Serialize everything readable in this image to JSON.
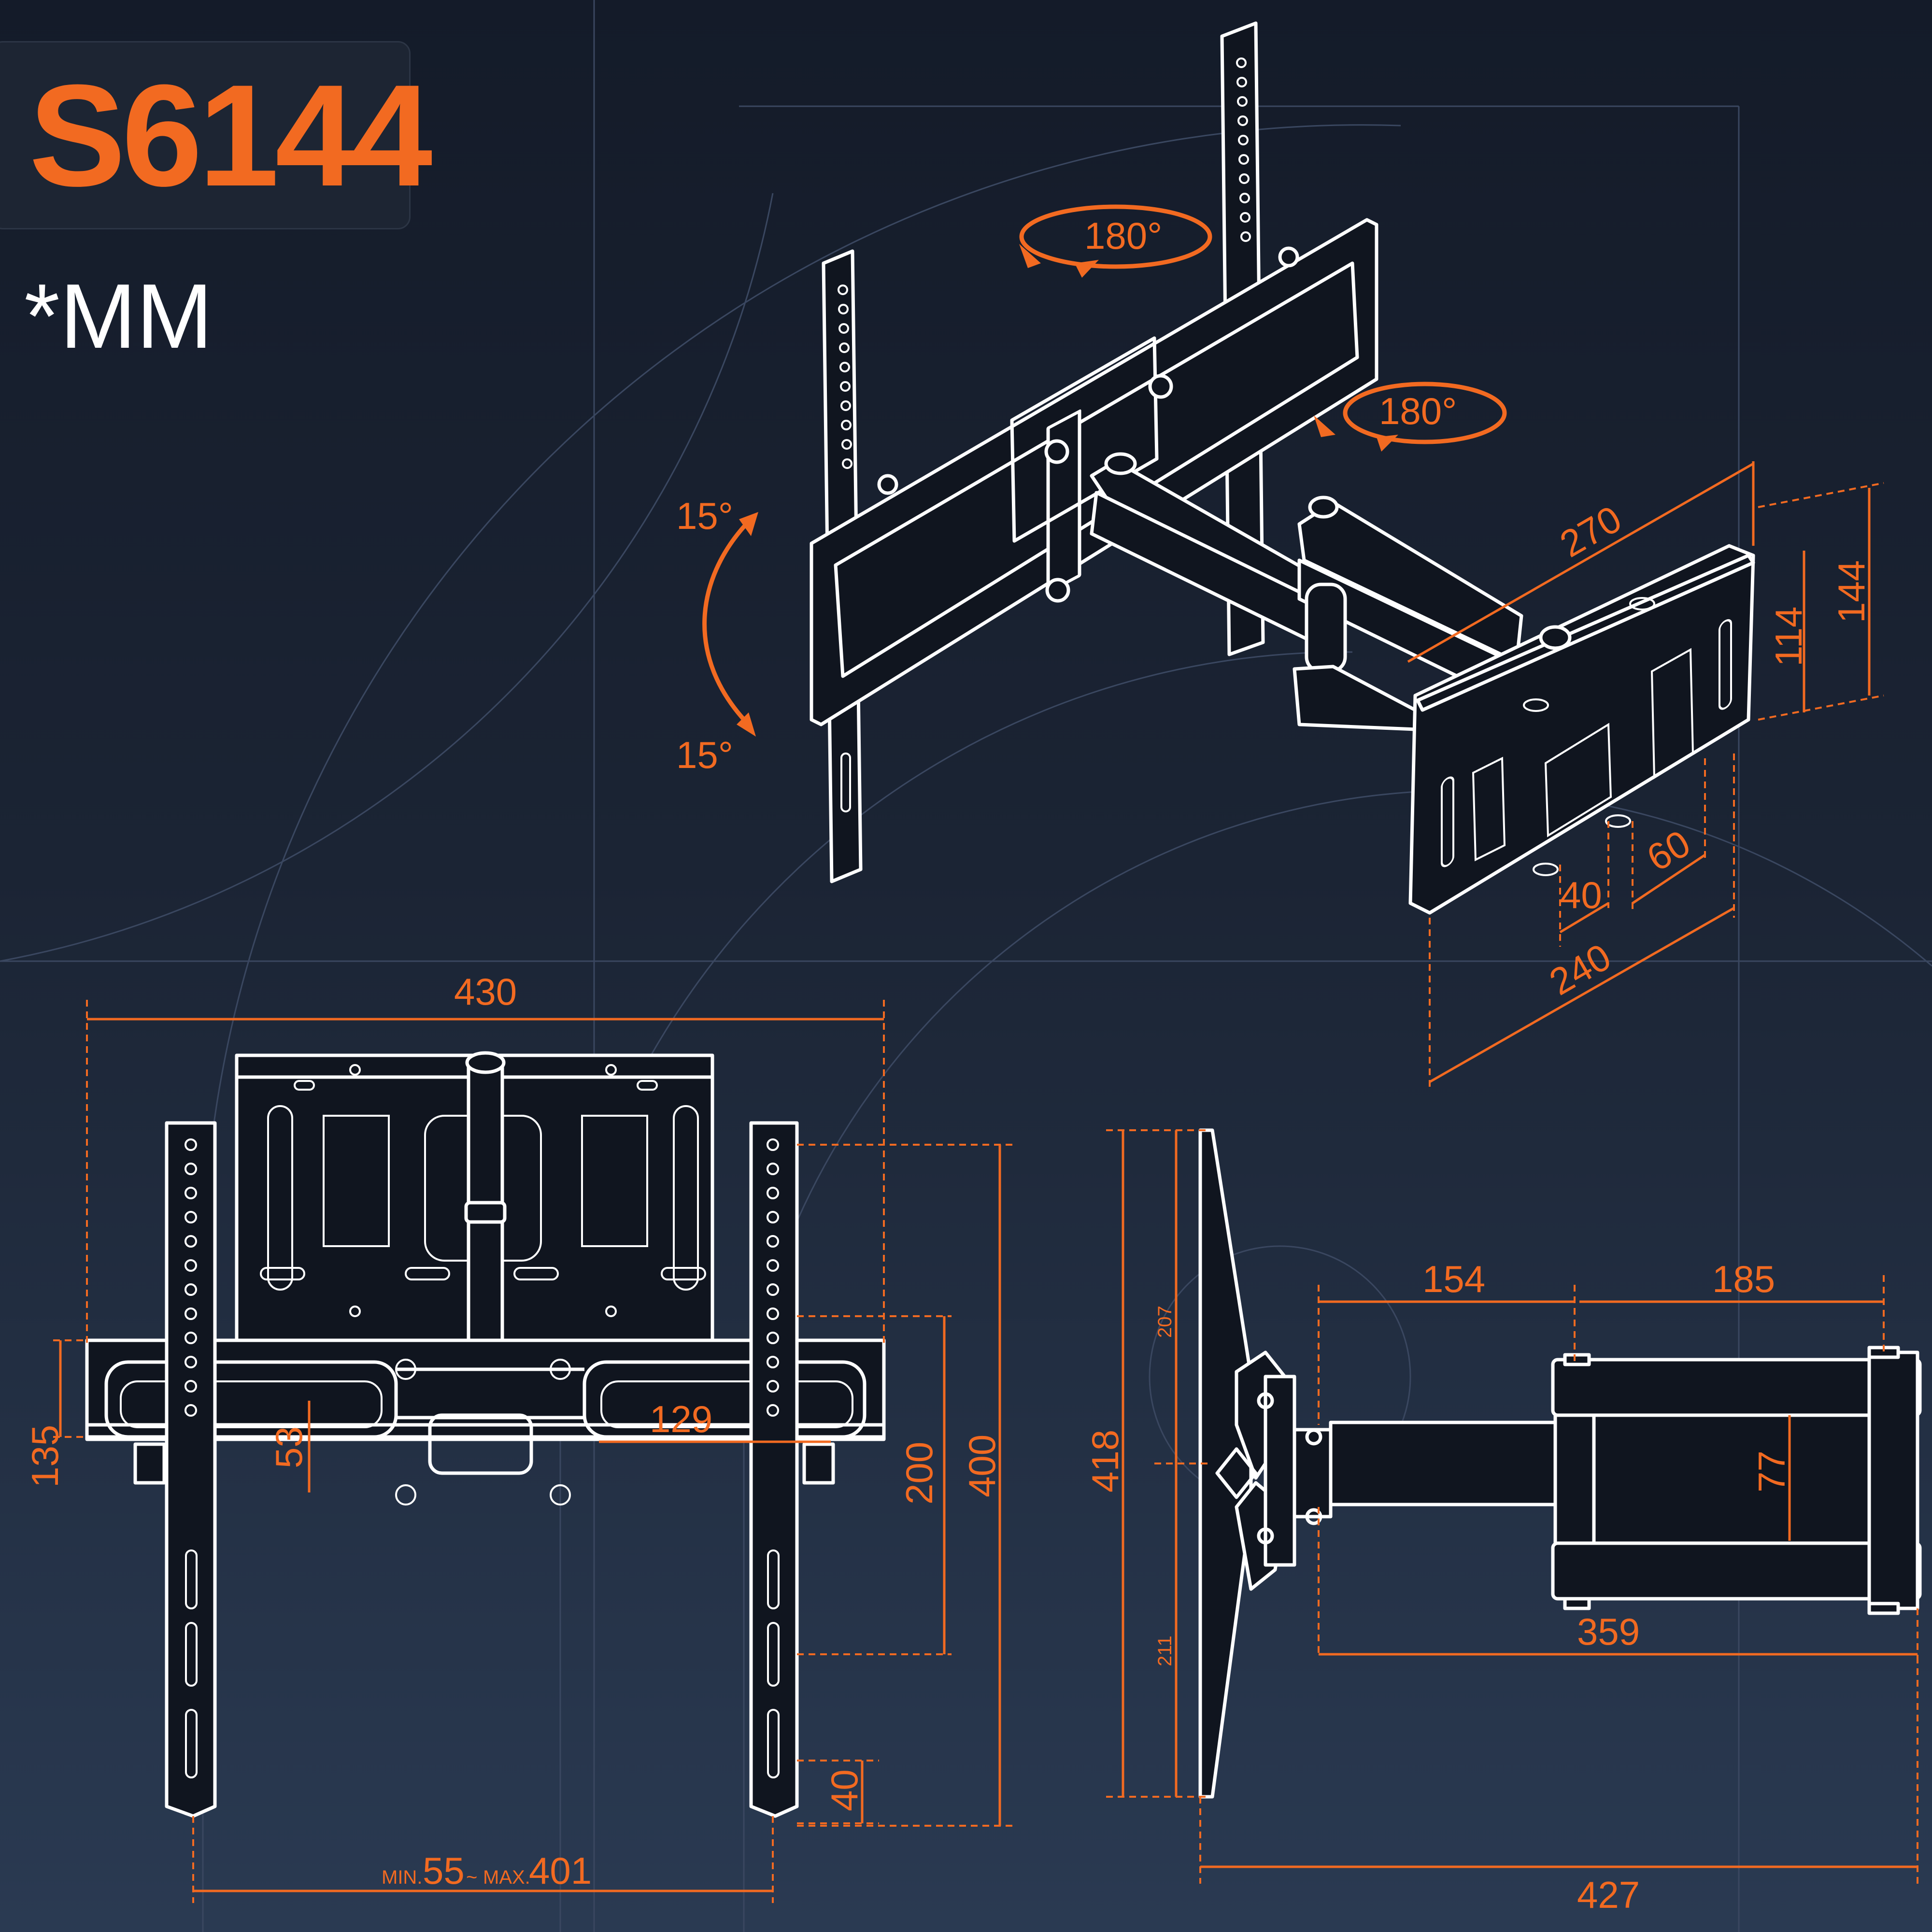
{
  "model": "S6144",
  "unit": "*MM",
  "rotation": {
    "swivel_top": "180°",
    "swivel_right": "180°",
    "tilt_up": "15°",
    "tilt_down": "15°"
  },
  "dimensions": {
    "arm_length": "270",
    "plate_height_outer": "144",
    "plate_height_inner": "114",
    "hole_spacing_small": "40",
    "hole_spacing_mid": "60",
    "plate_width": "240",
    "bracket_width": "430",
    "bracket_height": "400",
    "bracket_vertical_inner": "200",
    "rail_height": "135",
    "slot_height": "53",
    "slot_width": "129",
    "bottom_offset": "40",
    "min_label": "MIN.",
    "min_value": "55",
    "range_separator": "~",
    "max_label": "MAX.",
    "max_value": "401",
    "side_height": "418",
    "side_upper": "207",
    "side_lower": "211",
    "arm_segment_a": "154",
    "arm_segment_b": "185",
    "arm_plate_height": "77",
    "arm_extension": "359",
    "max_extension": "427"
  },
  "colors": {
    "accent": "#f26a21",
    "line": "#ffffff",
    "background": "#1b2434"
  }
}
